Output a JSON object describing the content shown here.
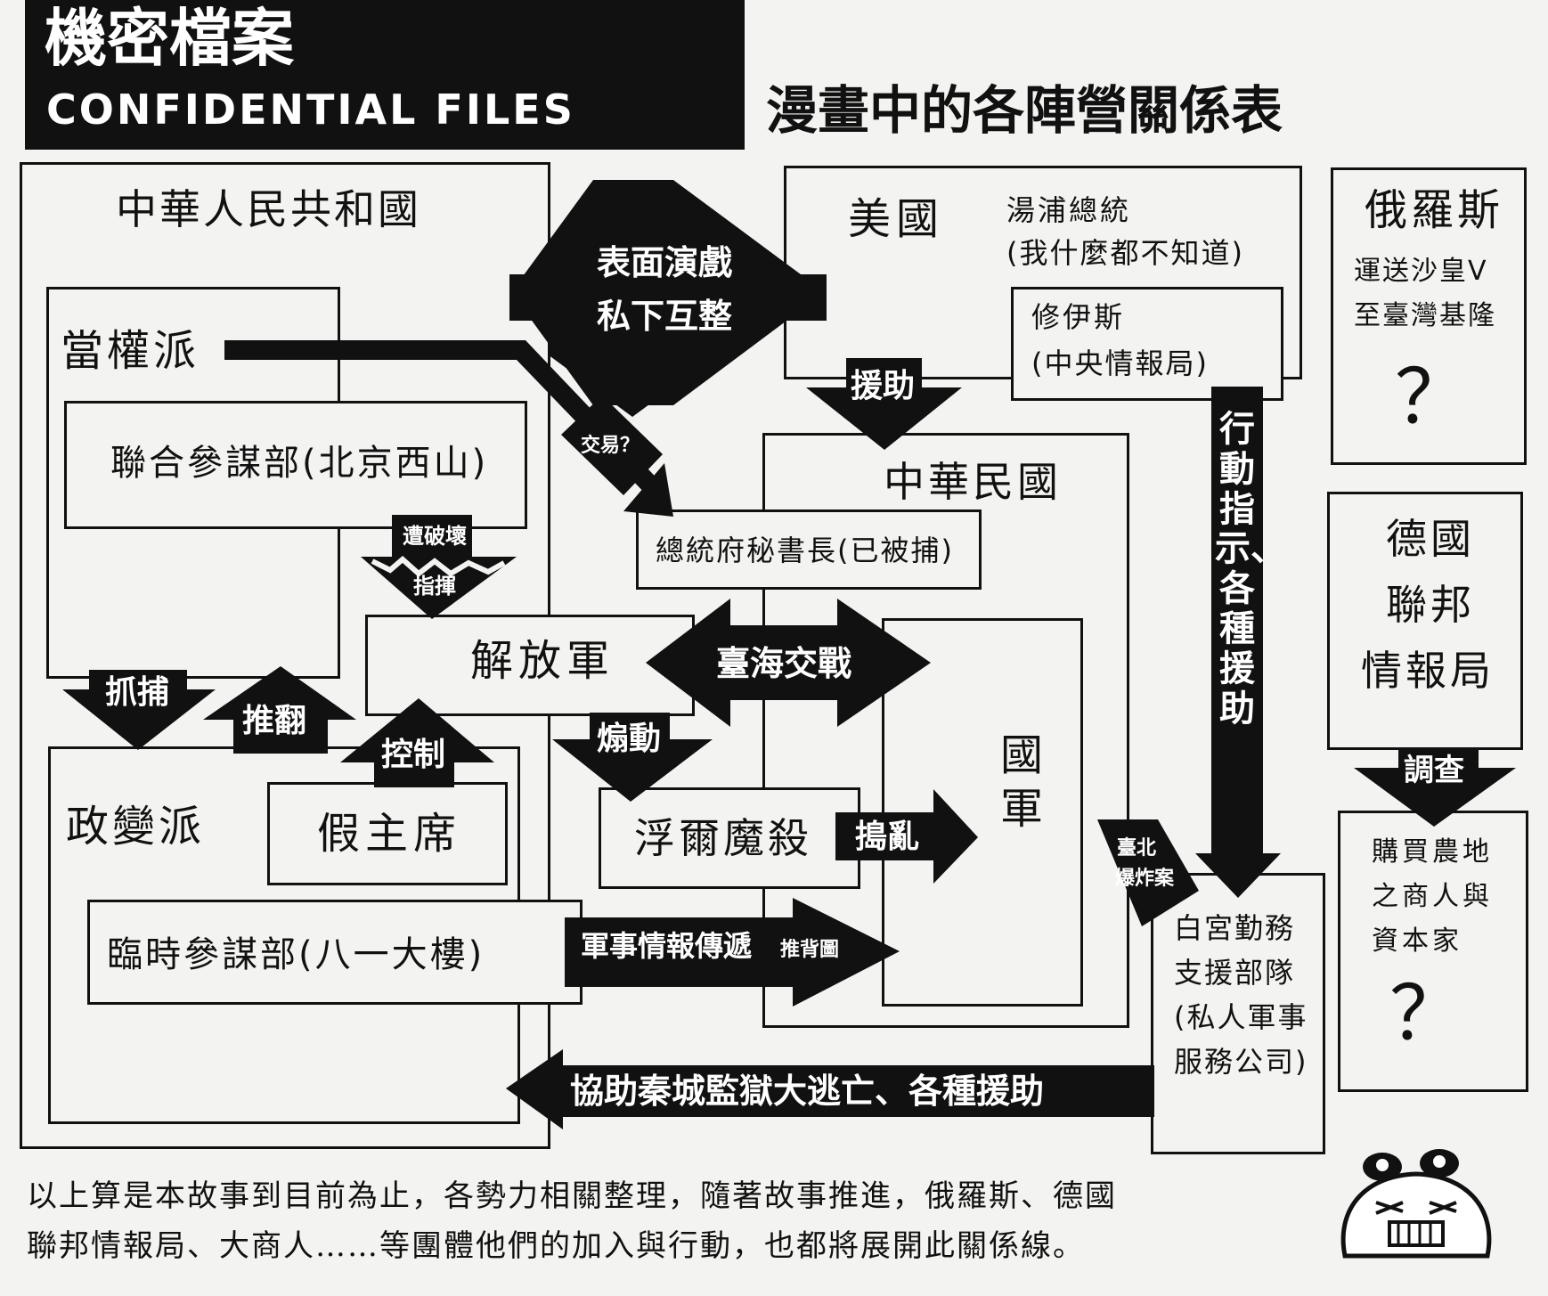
{
  "header": {
    "title_cn": "機密檔案",
    "title_en": "CONFIDENTIAL FILES",
    "subtitle": "漫畫中的各陣營關係表"
  },
  "prc": {
    "title": "中華人民共和國",
    "incumbent": "當權派",
    "joint_staff": "聯合參謀部(北京西山)",
    "pla": "解放軍",
    "coup": "政變派",
    "fake_chairman": "假主席",
    "temp_staff": "臨時參謀部(八一大樓)"
  },
  "usa": {
    "title": "美國",
    "president": "湯浦總統",
    "president_note": "(我什麼都不知道)",
    "cia_name": "修伊斯",
    "cia_org": "(中央情報局)"
  },
  "roc": {
    "title": "中華民國",
    "secretary": "總統府秘書長(已被捕)",
    "army": "國軍",
    "furmos": "浮爾魔殺"
  },
  "russia": {
    "title": "俄羅斯",
    "line1": "運送沙皇V",
    "line2": "至臺灣基隆",
    "q": "？"
  },
  "germany": {
    "line1": "德國",
    "line2": "聯邦",
    "line3": "情報局"
  },
  "merchants": {
    "line1": "購買農地",
    "line2": "之商人與",
    "line3": "資本家",
    "q": "？"
  },
  "whitehouse": {
    "line1": "白宮勤務",
    "line2": "支援部隊",
    "line3": "(私人軍事",
    "line4": "服務公司)"
  },
  "arrows": {
    "show_line1": "表面演戲",
    "show_line2": "私下互整",
    "aid": "援助",
    "deal": "交易？",
    "destroyed": "遭破壞",
    "command": "指揮",
    "strait_war": "臺海交戰",
    "arrest": "抓捕",
    "overthrow": "推翻",
    "control": "控制",
    "incite": "煽動",
    "disrupt": "搗亂",
    "intel": "軍事情報傳遞",
    "back_push": "推背圖",
    "escape": "協助秦城監獄大逃亡、各種援助",
    "action": "行動指示、各種援助",
    "bomb1": "臺北",
    "bomb2": "爆炸案",
    "investigate": "調查"
  },
  "footer": {
    "line1": "以上算是本故事到目前為止，各勢力相關整理，隨著故事推進，俄羅斯、德國",
    "line2": "聯邦情報局、大商人……等團體他們的加入與行動，也都將展開此關係線。"
  }
}
